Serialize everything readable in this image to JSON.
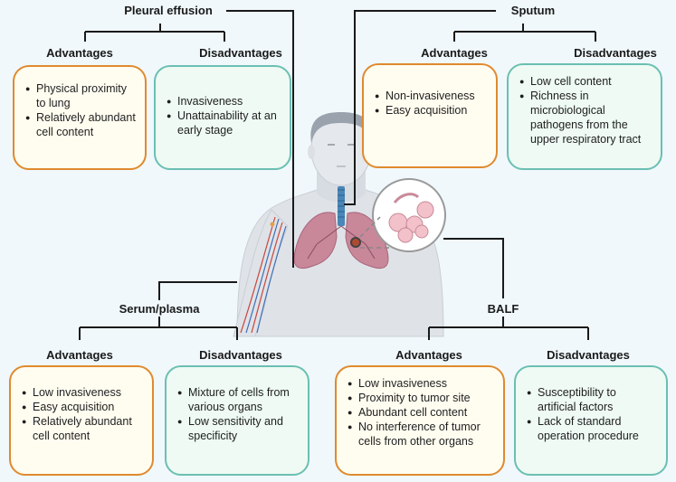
{
  "sections": {
    "pleural": {
      "title": "Pleural effusion",
      "advantages_label": "Advantages",
      "disadvantages_label": "Disadvantages",
      "advantages": [
        "Physical proximity to lung",
        "Relatively abundant cell content"
      ],
      "disadvantages": [
        "Invasiveness",
        "Unattainability at an early stage"
      ]
    },
    "sputum": {
      "title": "Sputum",
      "advantages_label": "Advantages",
      "disadvantages_label": "Disadvantages",
      "advantages": [
        "Non-invasiveness",
        "Easy acquisition"
      ],
      "disadvantages": [
        "Low cell content",
        "Richness in microbiological pathogens from the upper respiratory tract"
      ]
    },
    "serum": {
      "title": "Serum/plasma",
      "advantages_label": "Advantages",
      "disadvantages_label": "Disadvantages",
      "advantages": [
        "Low invasiveness",
        "Easy acquisition",
        "Relatively abundant cell content"
      ],
      "disadvantages": [
        "Mixture of cells from various organs",
        "Low sensitivity and specificity"
      ]
    },
    "balf": {
      "title": "BALF",
      "advantages_label": "Advantages",
      "disadvantages_label": "Disadvantages",
      "advantages": [
        "Low invasiveness",
        "Proximity to tumor site",
        "Abundant cell content",
        "No interference of tumor cells from other organs"
      ],
      "disadvantages": [
        "Susceptibility to artificial factors",
        "Lack of standard operation procedure"
      ]
    }
  },
  "colors": {
    "advantage_border": "#e08a2e",
    "disadvantage_border": "#6bbfb3",
    "connector": "#1a1a1a",
    "skin": "#dfe3e8",
    "lung": "#c9879a",
    "trachea": "#4a86b8"
  },
  "illustration": {
    "figure": "human-torso-illustration",
    "inset": "alveoli-magnified-illustration"
  }
}
